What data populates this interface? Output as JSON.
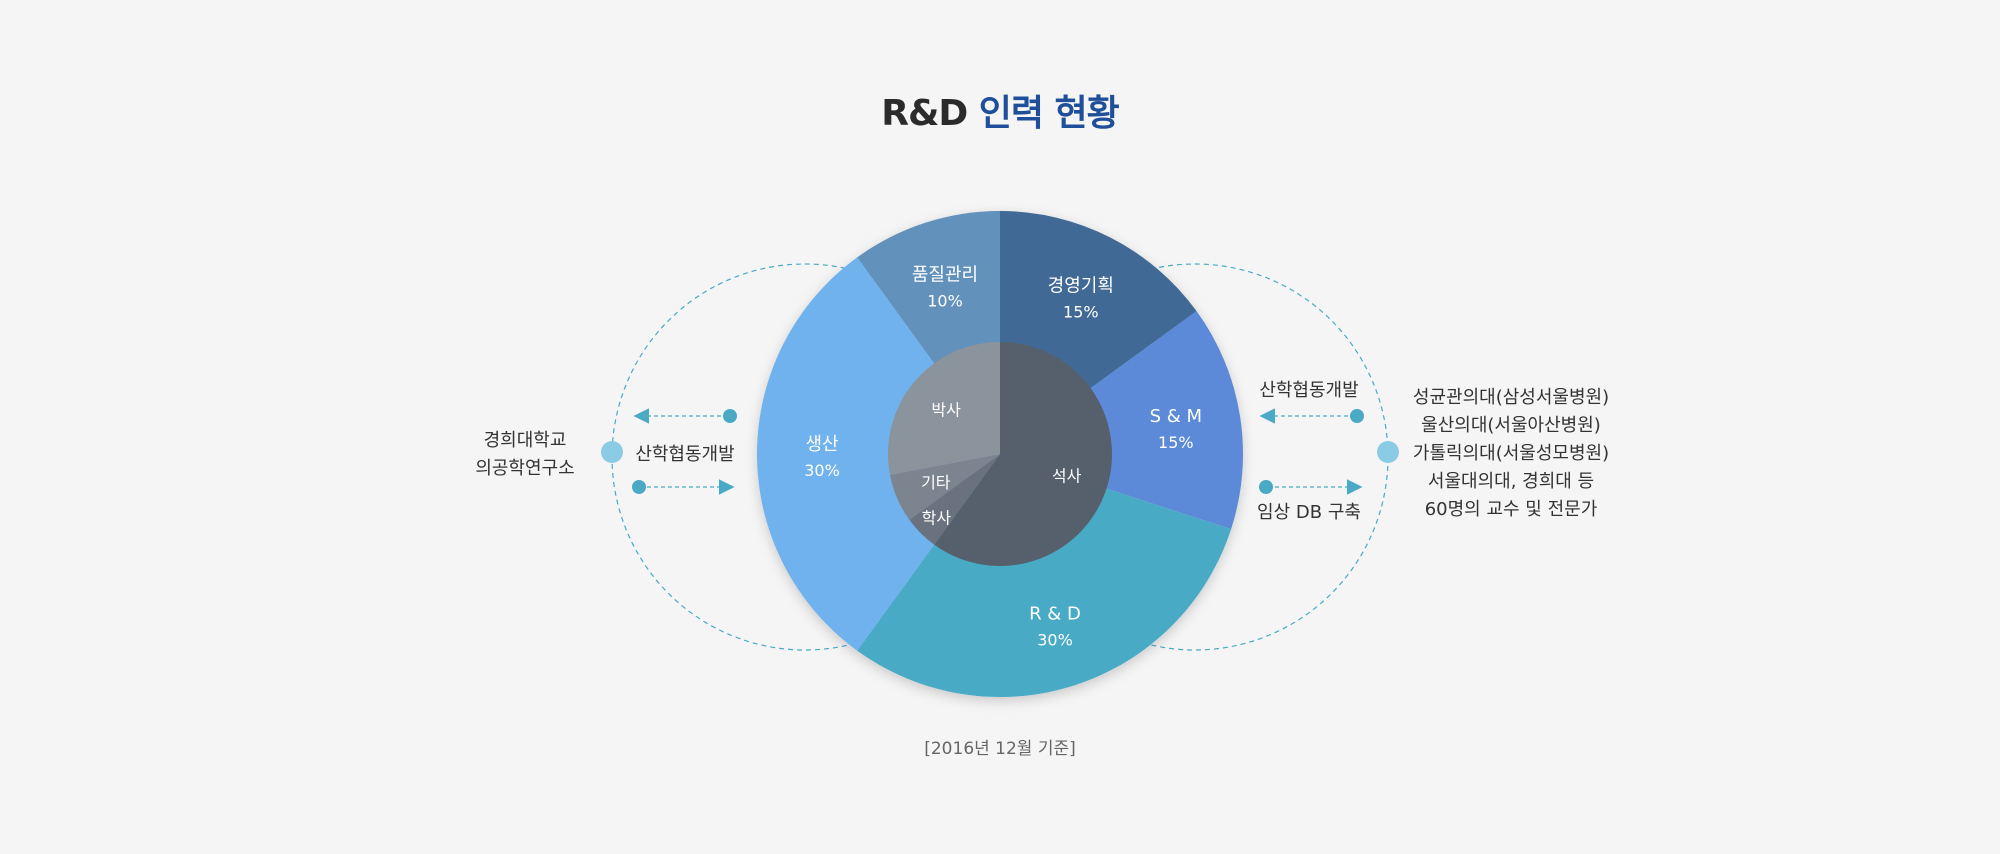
{
  "title": {
    "part1": "R&D",
    "part2": "인력 현황"
  },
  "note": "[2016년 12월 기준]",
  "left": {
    "institution": [
      "경희대학교",
      "의공학연구소"
    ],
    "arrow_label": "산학협동개발"
  },
  "right": {
    "top_label": "산학협동개발",
    "bottom_label": "임상 DB 구축",
    "partners": [
      "성균관의대(삼성서울병원)",
      "울산의대(서울아산병원)",
      "가톨릭의대(서울성모병원)",
      "서울대의대, 경희대 등",
      "60명의 교수 및 전문가"
    ]
  },
  "chart_data": [
    {
      "type": "pie",
      "title": "",
      "slices": [
        {
          "name": "경영기획",
          "value": 15,
          "label": "15%",
          "color": "#3f6b95"
        },
        {
          "name": "S & M",
          "value": 15,
          "label": "15%",
          "color": "#5b8ad9"
        },
        {
          "name": "R & D",
          "value": 30,
          "label": "30%",
          "color": "#4aaac6"
        },
        {
          "name": "생산",
          "value": 30,
          "label": "30%",
          "color": "#6fb2ed"
        },
        {
          "name": "품질관리",
          "value": 10,
          "label": "10%",
          "color": "#6291bb"
        }
      ]
    },
    {
      "type": "pie",
      "title": "",
      "slices": [
        {
          "name": "석사",
          "value": 60,
          "color": "#56606d"
        },
        {
          "name": "학사",
          "value": 5,
          "color": "#69727e"
        },
        {
          "name": "기타",
          "value": 7,
          "color": "#7b848f"
        },
        {
          "name": "박사",
          "value": 28,
          "color": "#8b939d"
        }
      ]
    }
  ],
  "colors": {
    "accent": "#1f4f9a",
    "dashed": "#4aaac6",
    "dot": "#8ccbe5",
    "background": "#f5f5f5"
  }
}
